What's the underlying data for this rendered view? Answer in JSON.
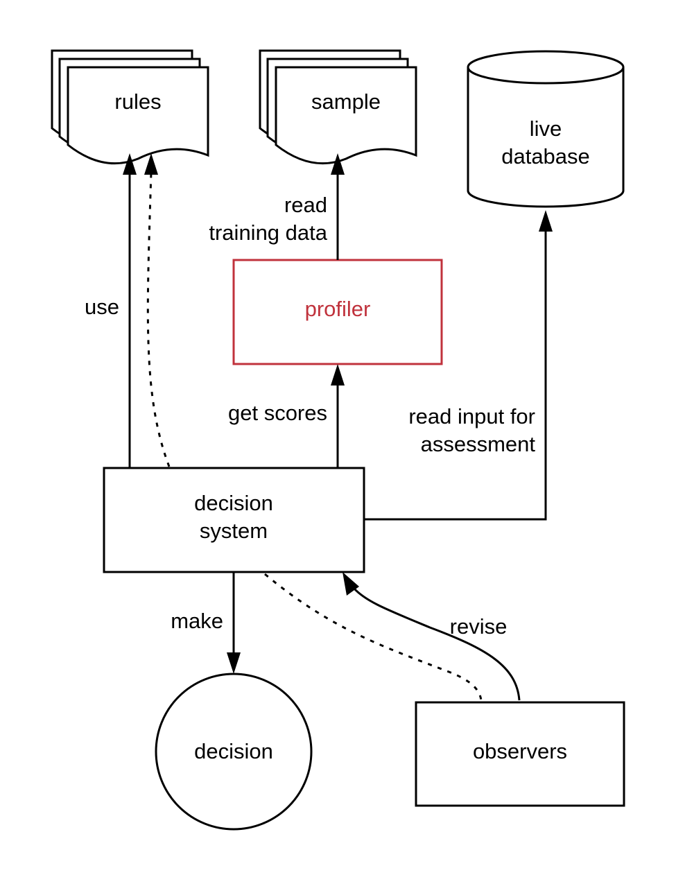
{
  "nodes": {
    "rules": "rules",
    "sample": "sample",
    "live_database": [
      "live",
      "database"
    ],
    "profiler": "profiler",
    "decision_system": [
      "decision",
      "system"
    ],
    "decision": "decision",
    "observers": "observers"
  },
  "edges": {
    "use": "use",
    "read_training_data": [
      "read",
      "training data"
    ],
    "get_scores": "get scores",
    "read_input": [
      "read input for",
      "assessment"
    ],
    "make": "make",
    "revise": "revise"
  },
  "colors": {
    "profiler": "#c0323c",
    "line": "#000000"
  }
}
